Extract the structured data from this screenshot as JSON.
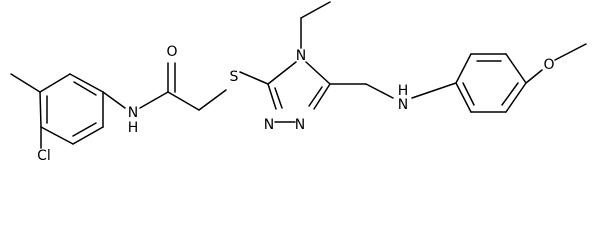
{
  "molecule": {
    "atoms": {
      "n_amide": "N",
      "h_amide": "H",
      "o_carbonyl": "O",
      "s_thioether": "S",
      "n4_triazole": "N",
      "n1_triazole": "N",
      "n2_triazole": "N",
      "n_amine": "N",
      "h_amine": "H",
      "o_methoxy": "O",
      "cl": "Cl"
    }
  }
}
